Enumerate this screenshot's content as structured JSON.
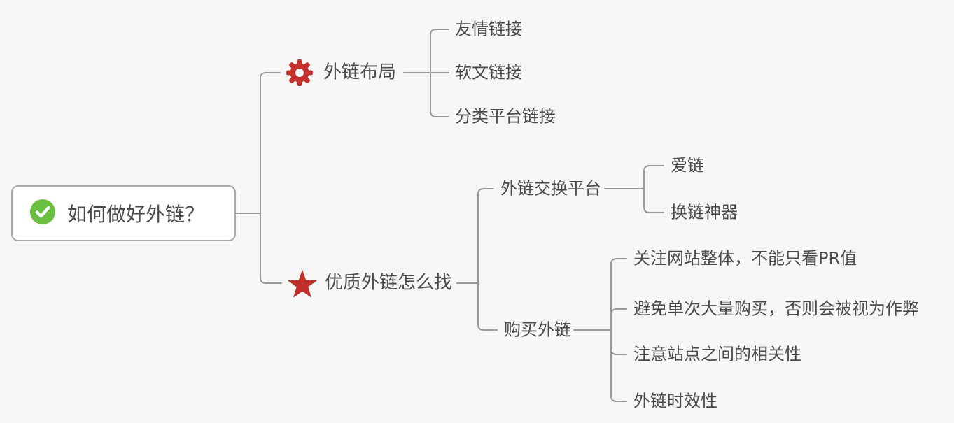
{
  "root": {
    "label": "如何做好外链？",
    "icon": "check-circle-icon"
  },
  "branches": [
    {
      "label": "外链布局",
      "icon": "gear-icon",
      "children": [
        {
          "label": "友情链接"
        },
        {
          "label": "软文链接"
        },
        {
          "label": "分类平台链接"
        }
      ]
    },
    {
      "label": "优质外链怎么找",
      "icon": "star-icon",
      "children": [
        {
          "label": "外链交换平台",
          "children": [
            {
              "label": "爱链"
            },
            {
              "label": "换链神器"
            }
          ]
        },
        {
          "label": "购买外链",
          "children": [
            {
              "label": "关注网站整体，不能只看PR值"
            },
            {
              "label": "避免单次大量购买，否则会被视为作弊"
            },
            {
              "label": "注意站点之间的相关性"
            },
            {
              "label": "外链时效性"
            }
          ]
        }
      ]
    }
  ],
  "colors": {
    "background": "#f6f6f6",
    "line": "#999999",
    "text": "#4b4b4b",
    "node_fill": "#ffffff",
    "node_border": "#a9a9a9",
    "accent_green": "#6abf40",
    "accent_red": "#c3302c"
  }
}
